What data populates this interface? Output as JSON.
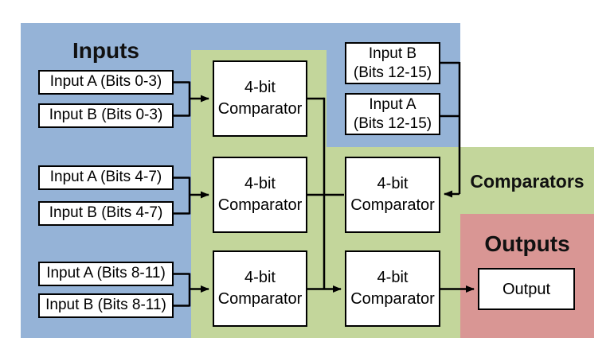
{
  "regions": {
    "inputs": {
      "label": "Inputs",
      "color": "#95B3D7"
    },
    "comparators": {
      "label": "Comparators",
      "color": "#C3D69B"
    },
    "outputs": {
      "label": "Outputs",
      "color": "#D99694"
    }
  },
  "nodes": {
    "input_a_0_3": {
      "label": "Input A (Bits 0-3)"
    },
    "input_b_0_3": {
      "label": "Input B (Bits 0-3)"
    },
    "input_a_4_7": {
      "label": "Input A (Bits 4-7)"
    },
    "input_b_4_7": {
      "label": "Input B (Bits 4-7)"
    },
    "input_a_8_11": {
      "label": "Input A (Bits 8-11)"
    },
    "input_b_8_11": {
      "label": "Input B (Bits 8-11)"
    },
    "input_b_12_15": {
      "line1": "Input B",
      "line2": "(Bits 12-15)"
    },
    "input_a_12_15": {
      "line1": "Input A",
      "line2": "(Bits 12-15)"
    },
    "comp_0_3": {
      "line1": "4-bit",
      "line2": "Comparator"
    },
    "comp_4_7": {
      "line1": "4-bit",
      "line2": "Comparator"
    },
    "comp_8_11": {
      "line1": "4-bit",
      "line2": "Comparator"
    },
    "comp_12_15": {
      "line1": "4-bit",
      "line2": "Comparator"
    },
    "comp_final": {
      "line1": "4-bit",
      "line2": "Comparator"
    },
    "output": {
      "label": "Output"
    }
  }
}
